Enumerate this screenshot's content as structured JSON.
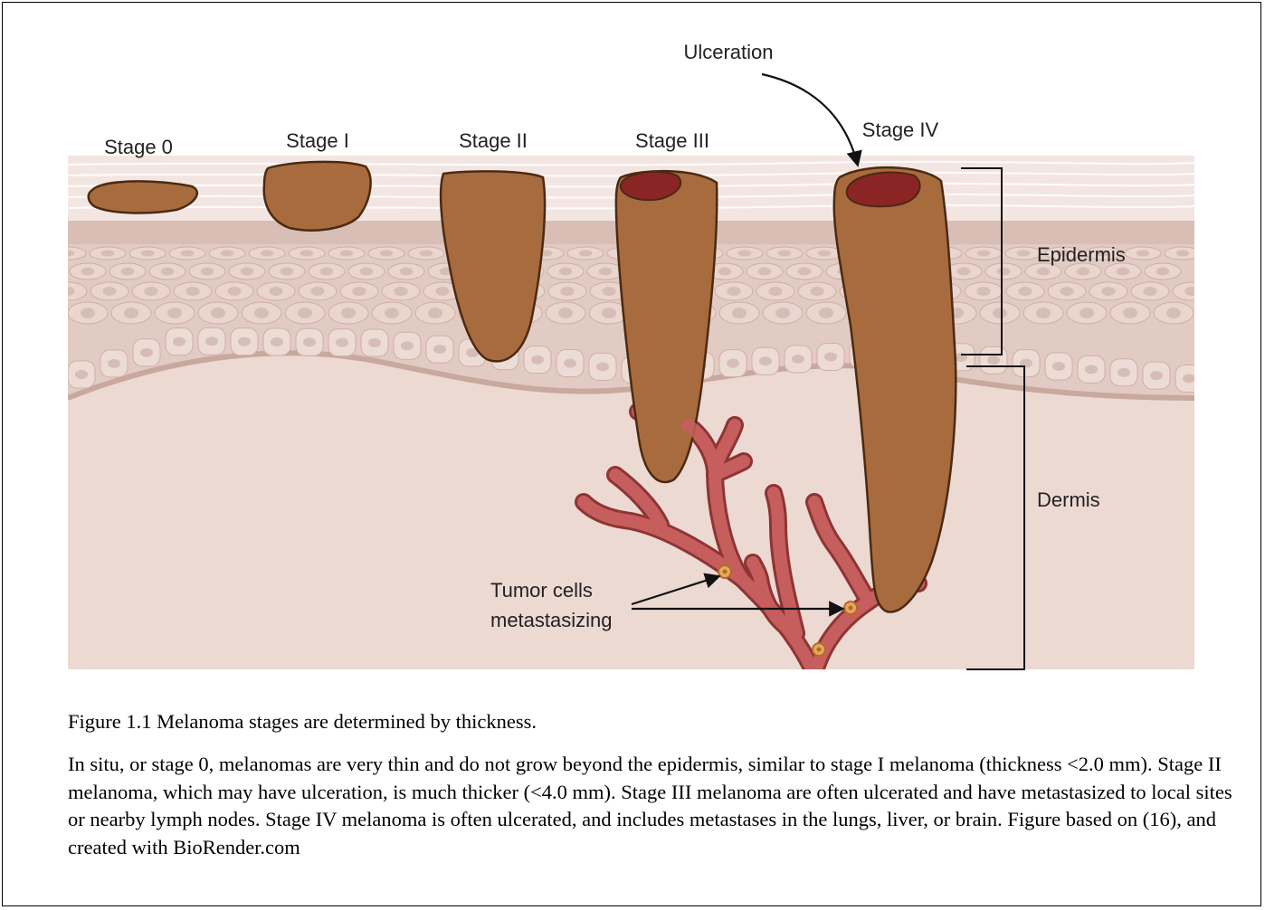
{
  "diagram": {
    "stage_labels": [
      "Stage 0",
      "Stage I",
      "Stage II",
      "Stage III",
      "Stage IV"
    ],
    "ulceration_label": "Ulceration",
    "layer_labels": {
      "epidermis": "Epidermis",
      "dermis": "Dermis"
    },
    "metastasis_label": [
      "Tumor cells",
      "metastasizing"
    ],
    "colors": {
      "tumor": "#A86B3E",
      "tumor_outline": "#4A2A12",
      "ulcer": "#8B2525",
      "vessel": "#C25A5A",
      "dermis": "#ECD9D2",
      "epidermis": "#E0C8C0",
      "cell_nucleus": "#D6BEB6"
    }
  },
  "caption": {
    "title": "Figure 1.1 Melanoma stages are determined by thickness.",
    "body": "In situ, or stage 0, melanomas are very thin and do not grow beyond the epidermis, similar to stage I melanoma (thickness <2.0 mm). Stage II melanoma, which may have ulceration, is much thicker (<4.0 mm). Stage III melanoma are often ulcerated and have metastasized to local sites or nearby lymph nodes. Stage IV melanoma is often ulcerated, and includes metastases in the lungs, liver, or brain. Figure based on (16), and created with BioRender.com"
  }
}
